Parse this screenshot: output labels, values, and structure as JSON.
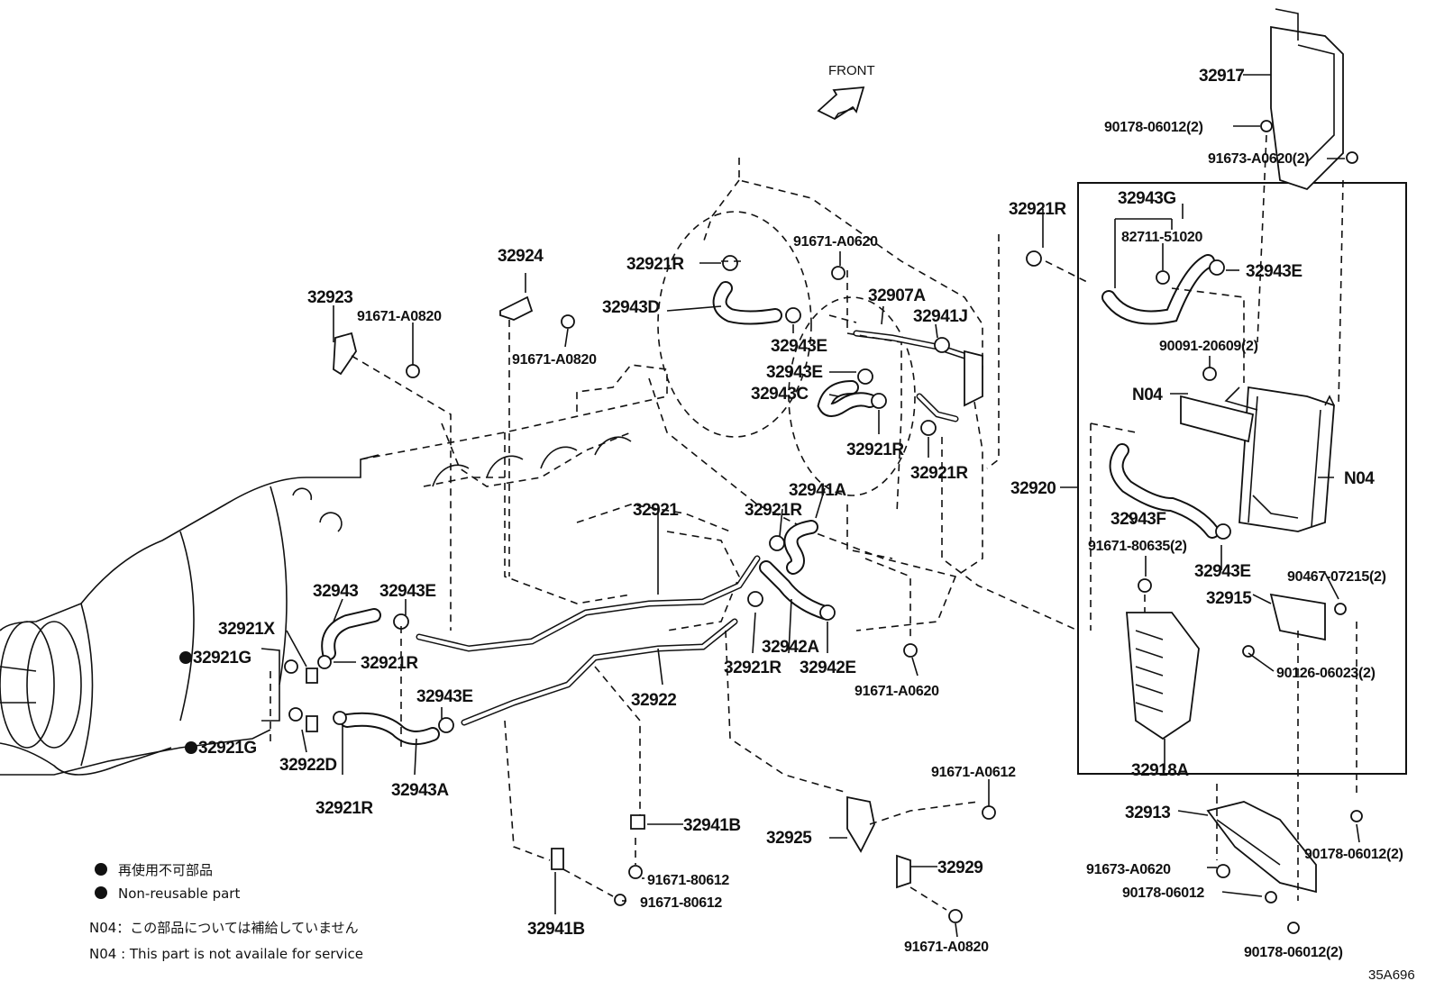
{
  "direction": {
    "front_label": "FRONT"
  },
  "part_labels": [
    "32917",
    "90178-06012(2)",
    "91673-A0620(2)",
    "32943G",
    "82711-51020",
    "32943E",
    "32921R",
    "90091-20609(2)",
    "N04",
    "N04",
    "32920",
    "32943F",
    "91671-80635(2)",
    "32943E",
    "90467-07215(2)",
    "32915",
    "90126-06023(2)",
    "32918A",
    "32913",
    "90178-06012(2)",
    "91673-A0620",
    "90178-06012",
    "90178-06012(2)",
    "91671-A0620",
    "32921R",
    "32943D",
    "32907A",
    "32941J",
    "32943E",
    "32943E",
    "32943C",
    "32921R",
    "32921R",
    "32941A",
    "32921R",
    "32921",
    "32924",
    "91671-A0820",
    "32923",
    "91671-A0820",
    "32943",
    "32943E",
    "32921X",
    "32921G",
    "32921R",
    "32921G",
    "32922D",
    "32943E",
    "32921R",
    "32943A",
    "32922",
    "32921R",
    "32942A",
    "32942E",
    "91671-A0620",
    "91671-A0612",
    "32925",
    "32929",
    "91671-A0820",
    "32941B",
    "91671-80612",
    "91671-80612",
    "32941B"
  ],
  "legend": {
    "jp_label": "再使用不可部品",
    "en_label": "Non-reusable part"
  },
  "notes": {
    "jp": "N04：この部品については補給していません",
    "en": "N04 : This part is not availale for service"
  },
  "diagram_code": "35A696"
}
